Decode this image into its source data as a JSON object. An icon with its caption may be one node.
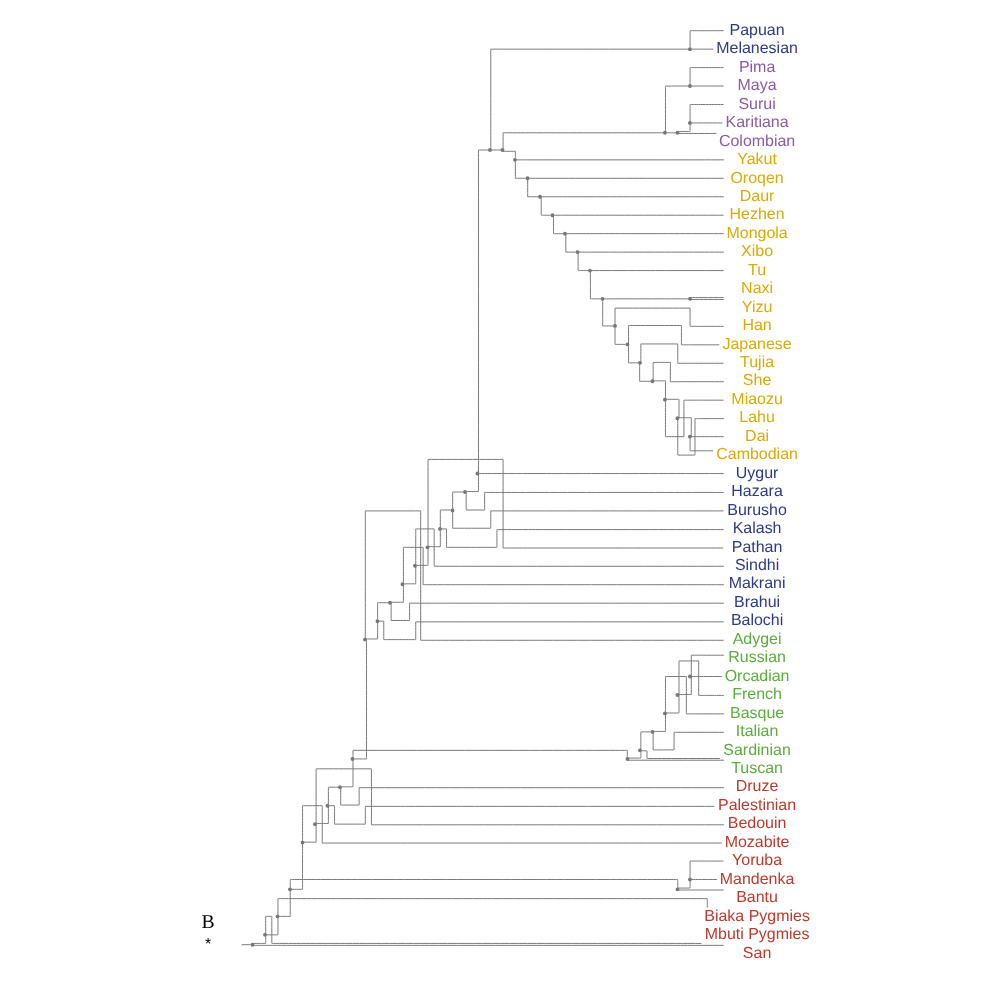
{
  "diagram": {
    "nodes": [
      {
        "text": [
          "*"
        ]
      },
      {
        "text": [
          "Papuan"
        ]
      },
      {
        "text": [
          "Melanesian"
        ]
      },
      {
        "text": [
          "Pima"
        ]
      },
      {
        "text": [
          "Maya"
        ]
      },
      {
        "text": [
          "Surui"
        ]
      },
      {
        "text": [
          "Karitiana"
        ]
      },
      {
        "text": [
          "Colombian"
        ]
      },
      {
        "text": [
          "Yakut"
        ]
      },
      {
        "text": [
          "Oroqen"
        ]
      },
      {
        "text": [
          "Daur"
        ]
      },
      {
        "text": [
          "Hezhen"
        ]
      },
      {
        "text": [
          "Mongola"
        ]
      },
      {
        "text": [
          "Xibo"
        ]
      },
      {
        "text": [
          "Tu"
        ]
      },
      {
        "text": [
          "Naxi"
        ]
      },
      {
        "text": [
          "Yizu"
        ]
      },
      {
        "text": [
          "Han"
        ]
      },
      {
        "text": [
          "Japanese"
        ]
      },
      {
        "text": [
          "Tujia"
        ]
      },
      {
        "text": [
          "She"
        ]
      },
      {
        "text": [
          "Miaozu"
        ]
      },
      {
        "text": [
          "Lahu"
        ]
      },
      {
        "text": [
          "Dai"
        ]
      },
      {
        "text": [
          "Cambodian"
        ]
      },
      {
        "text": [
          "Uygur"
        ]
      },
      {
        "text": [
          "Hazara"
        ]
      },
      {
        "text": [
          "Burusho"
        ]
      },
      {
        "text": [
          "Kalash"
        ]
      },
      {
        "text": [
          "Pathan"
        ]
      },
      {
        "text": [
          "Sindhi"
        ]
      },
      {
        "text": [
          "Makrani"
        ]
      },
      {
        "text": [
          "Brahui"
        ]
      },
      {
        "text": [
          "Balochi"
        ]
      },
      {
        "text": [
          "Adygei"
        ]
      },
      {
        "text": [
          "Russian"
        ]
      },
      {
        "text": [
          "Orcadian"
        ]
      },
      {
        "text": [
          "French"
        ]
      },
      {
        "text": [
          "Basque"
        ]
      },
      {
        "text": [
          "Italian"
        ]
      },
      {
        "text": [
          "Sardinian"
        ]
      },
      {
        "text": [
          "Tuscan"
        ]
      },
      {
        "text": [
          "Druze"
        ]
      },
      {
        "text": [
          "Palestinian"
        ]
      },
      {
        "text": [
          "Bedouin"
        ]
      },
      {
        "text": [
          "Mozabite"
        ]
      },
      {
        "text": [
          "Yoruba"
        ]
      },
      {
        "text": [
          "Mandenka"
        ]
      },
      {
        "text": [
          "Bantu"
        ]
      },
      {
        "text": [
          "Biaka Pygmies"
        ]
      },
      {
        "text": [
          "Mbuti Pygmies"
        ]
      },
      {
        "text": [
          "San"
        ]
      },
      {
        "text": [],
        "shape": "point"
      },
      {
        "text": [],
        "shape": "point"
      },
      {
        "text": [],
        "shape": "point"
      },
      {
        "text": [],
        "shape": "point"
      },
      {
        "text": [],
        "shape": "point"
      },
      {
        "text": [],
        "shape": "point"
      },
      {
        "text": [],
        "shape": "point"
      },
      {
        "text": [],
        "shape": "point"
      },
      {
        "text": [],
        "shape": "point"
      },
      {
        "text": [],
        "shape": "point"
      },
      {
        "text": [],
        "shape": "point"
      },
      {
        "text": [],
        "shape": "point"
      },
      {
        "text": [],
        "shape": "point"
      },
      {
        "text": [],
        "shape": "point"
      },
      {
        "text": [],
        "shape": "point"
      },
      {
        "text": [],
        "shape": "point"
      },
      {
        "text": [],
        "shape": "point"
      },
      {
        "text": [],
        "shape": "point"
      },
      {
        "text": [],
        "shape": "point"
      },
      {
        "text": [],
        "shape": "point"
      },
      {
        "text": [],
        "shape": "point"
      },
      {
        "text": [],
        "shape": "point"
      },
      {
        "text": [],
        "shape": "point"
      },
      {
        "text": [],
        "shape": "point"
      },
      {
        "text": [],
        "shape": "point"
      },
      {
        "text": [],
        "shape": "point"
      },
      {
        "text": [],
        "shape": "point"
      },
      {
        "text": [],
        "shape": "point"
      },
      {
        "text": [],
        "shape": "point"
      },
      {
        "text": [],
        "shape": "point"
      },
      {
        "text": [],
        "shape": "point"
      },
      {
        "text": [],
        "shape": "point"
      },
      {
        "text": [],
        "shape": "point"
      },
      {
        "text": [],
        "shape": "point"
      },
      {
        "text": [],
        "shape": "point"
      },
      {
        "text": [],
        "shape": "point"
      },
      {
        "text": [],
        "shape": "point"
      },
      {
        "text": [],
        "shape": "point"
      },
      {
        "text": [],
        "shape": "point"
      },
      {
        "text": [],
        "shape": "point"
      },
      {
        "text": [],
        "shape": "point"
      },
      {
        "text": [],
        "shape": "point"
      },
      {
        "text": [],
        "shape": "point"
      },
      {
        "text": [],
        "shape": "point"
      },
      {
        "text": [],
        "shape": "point"
      },
      {
        "text": [],
        "shape": "point"
      },
      {
        "text": [],
        "shape": "point"
      },
      {
        "text": [],
        "shape": "point"
      },
      {
        "text": [],
        "shape": "point"
      },
      {
        "text": [],
        "shape": "point"
      }
    ],
    "edges": [
      {
        "from": 0,
        "to": 52,
        "arrow": "none"
      },
      {
        "from": 52,
        "to": 53,
        "arrow": "none"
      },
      {
        "from": 52,
        "to": 51,
        "arrow": "none"
      },
      {
        "from": 53,
        "to": 54,
        "arrow": "none"
      },
      {
        "from": 53,
        "to": 50,
        "arrow": "none"
      },
      {
        "from": 54,
        "to": 55,
        "arrow": "none"
      },
      {
        "from": 54,
        "to": 49,
        "arrow": "none"
      },
      {
        "from": 55,
        "to": 56,
        "arrow": "none"
      },
      {
        "from": 55,
        "to": 57,
        "arrow": "none"
      },
      {
        "from": 57,
        "to": 59,
        "arrow": "none"
      },
      {
        "from": 57,
        "to": 48,
        "arrow": "none"
      },
      {
        "from": 59,
        "to": 46,
        "arrow": "none"
      },
      {
        "from": 59,
        "to": 47,
        "arrow": "none"
      },
      {
        "from": 56,
        "to": 58,
        "arrow": "none"
      },
      {
        "from": 56,
        "to": 45,
        "arrow": "none"
      },
      {
        "from": 58,
        "to": 60,
        "arrow": "none"
      },
      {
        "from": 58,
        "to": 44,
        "arrow": "none"
      },
      {
        "from": 60,
        "to": 61,
        "arrow": "none"
      },
      {
        "from": 60,
        "to": 43,
        "arrow": "none"
      },
      {
        "from": 61,
        "to": 62,
        "arrow": "none"
      },
      {
        "from": 61,
        "to": 42,
        "arrow": "none"
      },
      {
        "from": 62,
        "to": 64,
        "arrow": "none"
      },
      {
        "from": 62,
        "to": 63,
        "arrow": "none"
      },
      {
        "from": 63,
        "to": 65,
        "arrow": "none"
      },
      {
        "from": 63,
        "to": 41,
        "arrow": "none"
      },
      {
        "from": 65,
        "to": 66,
        "arrow": "none"
      },
      {
        "from": 65,
        "to": 40,
        "arrow": "none"
      },
      {
        "from": 66,
        "to": 67,
        "arrow": "none"
      },
      {
        "from": 66,
        "to": 39,
        "arrow": "none"
      },
      {
        "from": 67,
        "to": 68,
        "arrow": "none"
      },
      {
        "from": 67,
        "to": 38,
        "arrow": "none"
      },
      {
        "from": 68,
        "to": 69,
        "arrow": "none"
      },
      {
        "from": 68,
        "to": 37,
        "arrow": "none"
      },
      {
        "from": 69,
        "to": 35,
        "arrow": "none"
      },
      {
        "from": 69,
        "to": 36,
        "arrow": "none"
      },
      {
        "from": 64,
        "to": 70,
        "arrow": "none"
      },
      {
        "from": 64,
        "to": 34,
        "arrow": "none"
      },
      {
        "from": 70,
        "to": 71,
        "arrow": "none"
      },
      {
        "from": 70,
        "to": 33,
        "arrow": "none"
      },
      {
        "from": 71,
        "to": 72,
        "arrow": "none"
      },
      {
        "from": 71,
        "to": 32,
        "arrow": "none"
      },
      {
        "from": 72,
        "to": 73,
        "arrow": "none"
      },
      {
        "from": 72,
        "to": 31,
        "arrow": "none"
      },
      {
        "from": 73,
        "to": 74,
        "arrow": "none"
      },
      {
        "from": 73,
        "to": 30,
        "arrow": "none"
      },
      {
        "from": 74,
        "to": 75,
        "arrow": "none"
      },
      {
        "from": 74,
        "to": 29,
        "arrow": "none"
      },
      {
        "from": 75,
        "to": 76,
        "arrow": "none"
      },
      {
        "from": 75,
        "to": 28,
        "arrow": "none"
      },
      {
        "from": 76,
        "to": 77,
        "arrow": "none"
      },
      {
        "from": 76,
        "to": 27,
        "arrow": "none"
      },
      {
        "from": 77,
        "to": 78,
        "arrow": "none"
      },
      {
        "from": 77,
        "to": 26,
        "arrow": "none"
      },
      {
        "from": 78,
        "to": 79,
        "arrow": "none"
      },
      {
        "from": 78,
        "to": 25,
        "arrow": "none"
      },
      {
        "from": 79,
        "to": 80,
        "arrow": "none"
      },
      {
        "from": 79,
        "to": 81,
        "arrow": "none"
      },
      {
        "from": 80,
        "to": 1,
        "arrow": "none"
      },
      {
        "from": 80,
        "to": 2,
        "arrow": "none"
      },
      {
        "from": 81,
        "to": 82,
        "arrow": "none"
      },
      {
        "from": 81,
        "to": 83,
        "arrow": "none"
      },
      {
        "from": 82,
        "to": 84,
        "arrow": "none"
      },
      {
        "from": 82,
        "to": 85,
        "arrow": "none"
      },
      {
        "from": 84,
        "to": 3,
        "arrow": "none"
      },
      {
        "from": 84,
        "to": 4,
        "arrow": "none"
      },
      {
        "from": 85,
        "to": 86,
        "arrow": "none"
      },
      {
        "from": 85,
        "to": 7,
        "arrow": "none"
      },
      {
        "from": 86,
        "to": 5,
        "arrow": "none"
      },
      {
        "from": 86,
        "to": 6,
        "arrow": "none"
      },
      {
        "from": 83,
        "to": 8,
        "arrow": "none"
      },
      {
        "from": 83,
        "to": 87,
        "arrow": "none"
      },
      {
        "from": 87,
        "to": 9,
        "arrow": "none"
      },
      {
        "from": 87,
        "to": 88,
        "arrow": "none"
      },
      {
        "from": 88,
        "to": 10,
        "arrow": "none"
      },
      {
        "from": 88,
        "to": 89,
        "arrow": "none"
      },
      {
        "from": 89,
        "to": 11,
        "arrow": "none"
      },
      {
        "from": 89,
        "to": 90,
        "arrow": "none"
      },
      {
        "from": 90,
        "to": 12,
        "arrow": "none"
      },
      {
        "from": 90,
        "to": 91,
        "arrow": "none"
      },
      {
        "from": 91,
        "to": 13,
        "arrow": "none"
      },
      {
        "from": 91,
        "to": 92,
        "arrow": "none"
      },
      {
        "from": 92,
        "to": 14,
        "arrow": "none"
      },
      {
        "from": 92,
        "to": 93,
        "arrow": "none"
      },
      {
        "from": 93,
        "to": 94,
        "arrow": "none"
      },
      {
        "from": 93,
        "to": 95,
        "arrow": "none"
      },
      {
        "from": 94,
        "to": 15,
        "arrow": "none"
      },
      {
        "from": 94,
        "to": 16,
        "arrow": "none"
      },
      {
        "from": 95,
        "to": 17,
        "arrow": "none"
      },
      {
        "from": 95,
        "to": 96,
        "arrow": "none"
      },
      {
        "from": 96,
        "to": 18,
        "arrow": "none"
      },
      {
        "from": 96,
        "to": 97,
        "arrow": "none"
      },
      {
        "from": 97,
        "to": 19,
        "arrow": "none"
      },
      {
        "from": 97,
        "to": 98,
        "arrow": "none"
      },
      {
        "from": 98,
        "to": 20,
        "arrow": "none"
      },
      {
        "from": 98,
        "to": 99,
        "arrow": "none"
      },
      {
        "from": 99,
        "to": 21,
        "arrow": "none"
      },
      {
        "from": 99,
        "to": 100,
        "arrow": "none"
      },
      {
        "from": 100,
        "to": 22,
        "arrow": "none"
      },
      {
        "from": 100,
        "to": 101,
        "arrow": "none"
      },
      {
        "from": 101,
        "to": 23,
        "arrow": "none"
      },
      {
        "from": 101,
        "to": 24,
        "arrow": "none"
      }
    ],
    "labels": [
      "B"
    ]
  }
}
